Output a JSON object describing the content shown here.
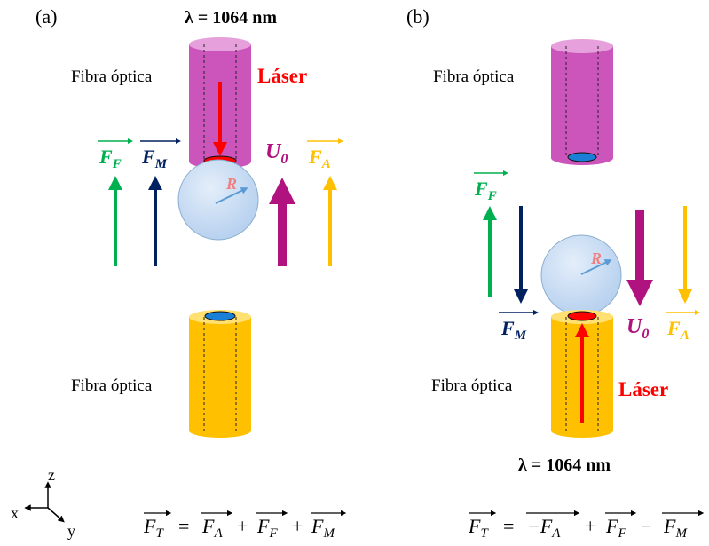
{
  "panel_a": {
    "label": "(a)",
    "wavelength": "λ = 1064 nm",
    "fiber_top_label": "Fibra óptica",
    "fiber_bottom_label": "Fibra óptica",
    "laser_label": "Láser",
    "sphere_radius_label": "R",
    "force_labels": {
      "ff": "F",
      "ff_sub": "F",
      "fm": "F",
      "fm_sub": "M",
      "u0": "U",
      "u0_sub": "0",
      "fa": "F",
      "fa_sub": "A"
    }
  },
  "panel_b": {
    "label": "(b)",
    "wavelength": "λ = 1064 nm",
    "fiber_top_label": "Fibra óptica",
    "fiber_bottom_label": "Fibra óptica",
    "laser_label": "Láser",
    "sphere_radius_label": "R",
    "force_labels": {
      "ff": "F",
      "ff_sub": "F",
      "fm": "F",
      "fm_sub": "M",
      "u0": "U",
      "u0_sub": "0",
      "fa": "F",
      "fa_sub": "A"
    }
  },
  "axes": {
    "z": "z",
    "x": "x",
    "y": "y"
  },
  "equation_a": {
    "lhs": "F",
    "lhs_sub": "T",
    "t1": "F",
    "t1_sub": "A",
    "t2": "F",
    "t2_sub": "F",
    "t3": "F",
    "t3_sub": "M",
    "op1": "=",
    "op2": "+",
    "op3": "+"
  },
  "equation_b": {
    "lhs": "F",
    "lhs_sub": "T",
    "t1": "−F",
    "t1_sub": "A",
    "t2": "F",
    "t2_sub": "F",
    "t3": "F",
    "t3_sub": "M",
    "op1": "=",
    "op2": "+",
    "op3": "−"
  },
  "colors": {
    "fiber_magenta": "#cc55bb",
    "fiber_magenta_top": "#e6a0dc",
    "fiber_yellow": "#ffc000",
    "fiber_yellow_top": "#ffe070",
    "sphere": "#c5dcf2",
    "sphere_stroke": "#8aaed0",
    "laser_red": "#ff0000",
    "green": "#00b050",
    "navy": "#002060",
    "purple": "#b0127f",
    "amber": "#ffc000",
    "radius_arrow": "#5b9bd5",
    "radius_label": "#f08080"
  }
}
